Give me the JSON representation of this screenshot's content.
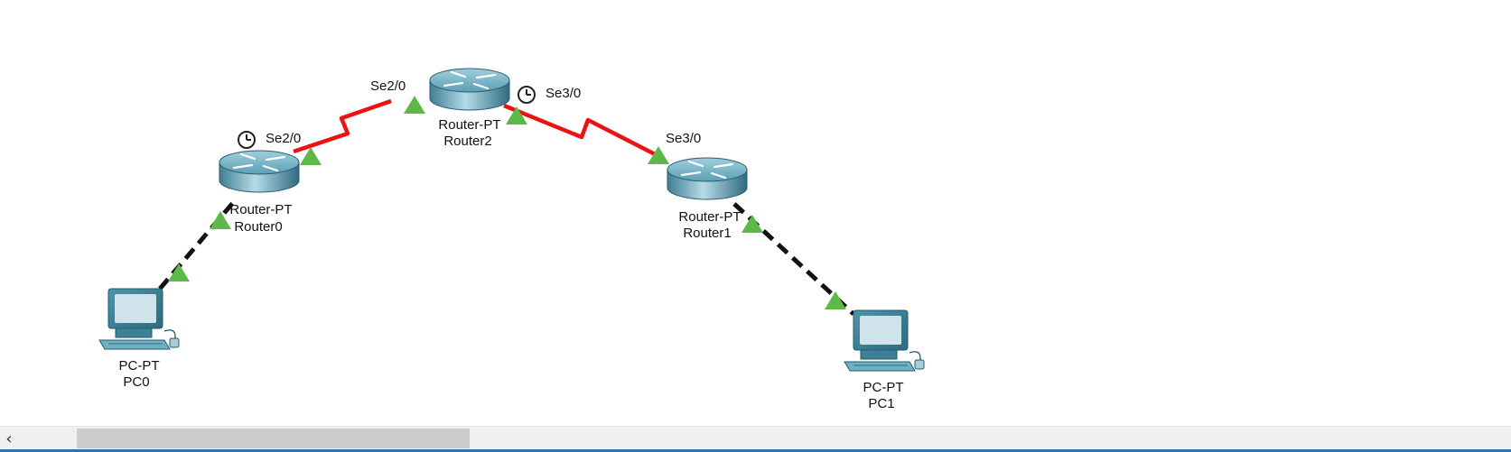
{
  "devices": {
    "router0": {
      "model": "Router-PT",
      "name": "Router0"
    },
    "router1": {
      "model": "Router-PT",
      "name": "Router1"
    },
    "router2": {
      "model": "Router-PT",
      "name": "Router2"
    },
    "pc0": {
      "model": "PC-PT",
      "name": "PC0"
    },
    "pc1": {
      "model": "PC-PT",
      "name": "PC1"
    }
  },
  "ports": {
    "router0_se": "Se2/0",
    "router2_se20": "Se2/0",
    "router2_se30": "Se3/0",
    "router1_se": "Se3/0"
  },
  "links": [
    {
      "from": "Router0",
      "to": "Router2",
      "type": "serial",
      "color": "#ee1111",
      "status": "up"
    },
    {
      "from": "Router2",
      "to": "Router1",
      "type": "serial",
      "color": "#ee1111",
      "status": "up"
    },
    {
      "from": "PC0",
      "to": "Router0",
      "type": "crossover",
      "color": "#111111",
      "status": "up"
    },
    {
      "from": "Router1",
      "to": "PC1",
      "type": "crossover",
      "color": "#111111",
      "status": "up"
    }
  ],
  "colors": {
    "link_up": "#5cb847",
    "serial_cable": "#ee1111",
    "copper_cable": "#111111"
  },
  "scrollbar": {
    "left_arrow": "‹"
  }
}
